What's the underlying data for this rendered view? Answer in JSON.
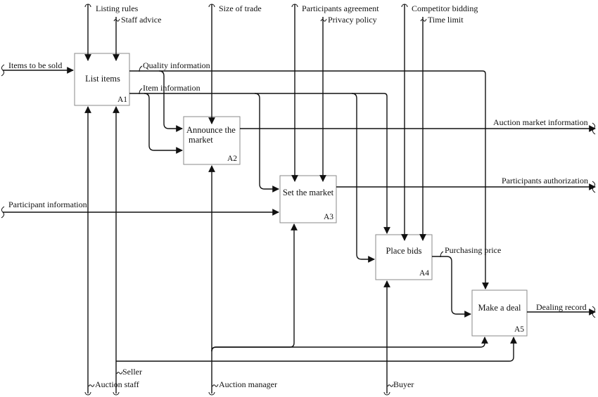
{
  "activities": [
    {
      "key": "list_items",
      "lines": [
        "List items"
      ],
      "id": "A1"
    },
    {
      "key": "announce",
      "lines": [
        "Announce the",
        "market"
      ],
      "id": "A2"
    },
    {
      "key": "set_market",
      "lines": [
        "Set the market"
      ],
      "id": "A3"
    },
    {
      "key": "place_bids",
      "lines": [
        "Place bids"
      ],
      "id": "A4"
    },
    {
      "key": "make_deal",
      "lines": [
        "Make a deal"
      ],
      "id": "A5"
    }
  ],
  "labels": {
    "listing_rules": "Listing rules",
    "staff_advice": "Staff advice",
    "size_of_trade": "Size of trade",
    "participants_agreement": "Participants agreement",
    "privacy_policy": "Privacy policy",
    "competitor_bidding": "Competitor bidding",
    "time_limit": "Time limit",
    "items_to_be_sold": "Items to be sold",
    "quality_information": "Quality information",
    "item_information": "Item information",
    "participant_information": "Participant information",
    "auction_market_information": "Auction market information",
    "participants_authorization": "Participants authorization",
    "purchasing_price": "Purchasing price",
    "dealing_record": "Dealing record",
    "seller": "Seller",
    "auction_staff": "Auction staff",
    "auction_manager": "Auction manager",
    "buyer": "Buyer"
  }
}
